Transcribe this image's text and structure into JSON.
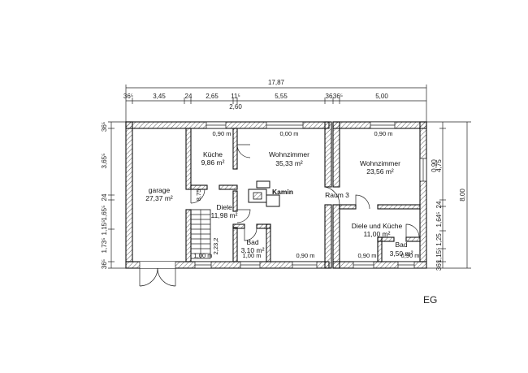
{
  "plan": {
    "floor_label": "EG",
    "top_dims": {
      "total": "17,87",
      "segments": [
        "36⁵",
        "3,45",
        "24",
        "2,65",
        "11⁵",
        "5,55",
        "36",
        "36⁵",
        "5,00"
      ],
      "sub": "2,60"
    },
    "left_dims": [
      "36⁵",
      "3,65⁵",
      "24",
      "1,65⁵",
      "1,15⁵",
      "1,73⁵",
      "36⁵"
    ],
    "right_dims": {
      "total": "8,00",
      "segments": [
        "4,75",
        "24",
        "1,64⁵",
        "1,25",
        "1,15⁵",
        "36⁵"
      ],
      "window": "0,90"
    },
    "rooms": {
      "garage": {
        "name": "garage",
        "area": "27,37 m²"
      },
      "kueche": {
        "name": "Küche",
        "area": "9,86 m²"
      },
      "wohn1": {
        "name": "Wohnzimmer",
        "area": "35,33 m²"
      },
      "diele": {
        "name": "Diele",
        "area": "11,98 m²"
      },
      "bad1": {
        "name": "Bad",
        "area": "3,10 m²"
      },
      "raum3": {
        "name": "Raum 3"
      },
      "wohn2": {
        "name": "Wohnzimmer",
        "area": "23,56 m²"
      },
      "diele_kueche": {
        "name": "Diele und Küche",
        "area": "11,00 m²"
      },
      "bad2": {
        "name": "Bad",
        "area": "3,50 m²"
      }
    },
    "kamin": "Kamin",
    "openings": {
      "k_win": "0,90 m",
      "w1_win": "0,00 m",
      "w2_win": "0,90 m",
      "bottom_left1": "1,00 m",
      "bottom_left2": "1,00 m",
      "bottom_mid": "0,90 m",
      "bottom_right1": "0,90 m",
      "bottom_right2": "0,90 m",
      "stair_dim": "8,75",
      "stair_dim2": "2,23,2"
    }
  }
}
